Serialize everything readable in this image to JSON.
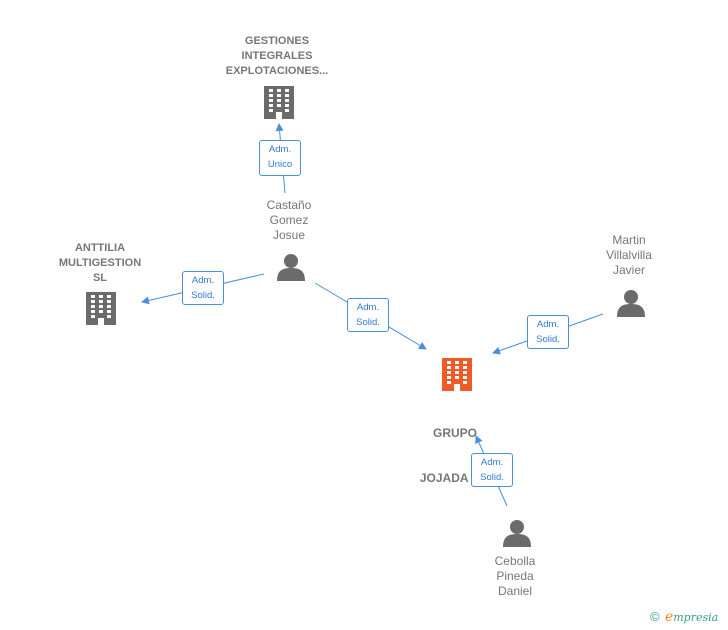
{
  "colors": {
    "person": "#6b6b6b",
    "company": "#6b6b6b",
    "main_company": "#f05a28",
    "edge": "#4a8fdc",
    "label_text": "#777777",
    "brand_green": "#3a9d8a",
    "brand_orange": "#f28a1a"
  },
  "nodes": {
    "gestiones": {
      "kind": "company",
      "icon": "building-icon",
      "lines": [
        "GESTIONES",
        "INTEGRALES",
        "EXPLOTACIONES..."
      ]
    },
    "anttilia": {
      "kind": "company",
      "icon": "building-icon",
      "lines": [
        "ANTTILIA",
        "MULTIGESTION",
        "SL"
      ]
    },
    "grupo_jojada": {
      "kind": "main-company",
      "icon": "building-icon",
      "lines": [
        "GRUPO",
        "JOJADA  SL"
      ]
    },
    "castano": {
      "kind": "person",
      "icon": "person-icon",
      "lines": [
        "Castaño",
        "Gomez",
        "Josue"
      ]
    },
    "martin": {
      "kind": "person",
      "icon": "person-icon",
      "lines": [
        "Martin",
        "Villalvilla",
        "Javier"
      ]
    },
    "cebolla": {
      "kind": "person",
      "icon": "person-icon",
      "lines": [
        "Cebolla",
        "Pineda",
        "Daniel"
      ]
    }
  },
  "relations": {
    "castano_gestiones": {
      "lines": [
        "Adm.",
        "Unico"
      ]
    },
    "castano_anttilia": {
      "lines": [
        "Adm.",
        "Solid."
      ]
    },
    "castano_grupo": {
      "lines": [
        "Adm.",
        "Solid."
      ]
    },
    "martin_grupo": {
      "lines": [
        "Adm.",
        "Solid."
      ]
    },
    "cebolla_grupo": {
      "lines": [
        "Adm.",
        "Solid."
      ]
    }
  },
  "brand": {
    "copyright_symbol": "©",
    "logo_initial": "e",
    "logo_rest": "mpresia"
  }
}
